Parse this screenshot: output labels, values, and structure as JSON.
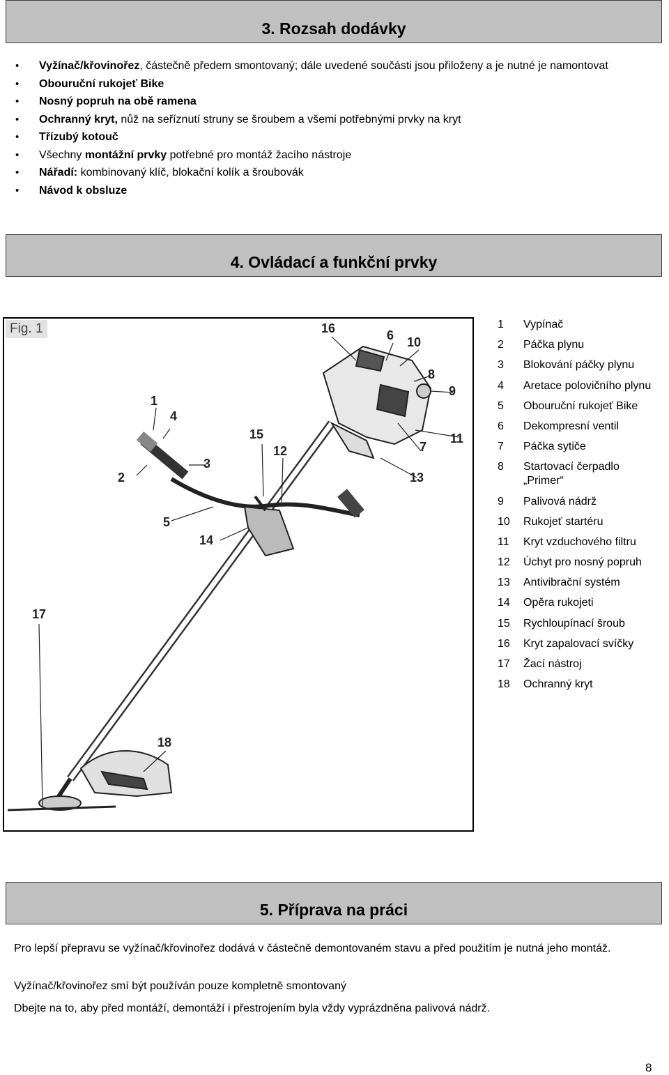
{
  "section3": {
    "title": "3. Rozsah dodávky",
    "items": [
      {
        "bold": "Vyžínač/křovinořez",
        "rest": ", částečně předem smontovaný; dále uvedené součásti jsou přiloženy a je nutné je namontovat"
      },
      {
        "bold": "Obouruční rukojeť Bike",
        "rest": ""
      },
      {
        "bold": "Nosný popruh na obě ramena",
        "rest": ""
      },
      {
        "bold": "Ochranný kryt,",
        "rest": " nůž na seříznutí struny se šroubem a všemi potřebnými prvky na kryt"
      },
      {
        "bold": "Třízubý kotouč",
        "rest": ""
      },
      {
        "pre": "Všechny ",
        "bold": "montážní prvky",
        "rest": " potřebné pro montáž žacího nástroje"
      },
      {
        "bold": "Nářadí:",
        "rest": " kombinovaný klíč, blokační kolík a šroubovák"
      },
      {
        "bold": "Návod k obsluze",
        "rest": ""
      }
    ]
  },
  "section4": {
    "title": "4. Ovládací a funkční prvky",
    "figure_label": "Fig. 1",
    "callouts": [
      "1",
      "2",
      "3",
      "4",
      "5",
      "6",
      "7",
      "8",
      "9",
      "10",
      "11",
      "12",
      "13",
      "14",
      "15",
      "16",
      "17",
      "18"
    ],
    "parts": [
      {
        "num": "1",
        "label": "Vypínač"
      },
      {
        "num": "2",
        "label": "Páčka plynu"
      },
      {
        "num": "3",
        "label": "Blokování páčky plynu"
      },
      {
        "num": "4",
        "label": "Aretace polovičního plynu"
      },
      {
        "num": "5",
        "label": "Obouruční rukojeť Bike"
      },
      {
        "num": "6",
        "label": "Dekompresní ventil"
      },
      {
        "num": "7",
        "label": "Páčka sytiče"
      },
      {
        "num": "8",
        "label": "Startovací čerpadlo",
        "sub": "„Primer“"
      },
      {
        "num": "9",
        "label": "Palivová nádrž"
      },
      {
        "num": "10",
        "label": "Rukojeť startéru"
      },
      {
        "num": "11",
        "label": "Kryt vzduchového filtru"
      },
      {
        "num": "12",
        "label": "Úchyt pro nosný popruh"
      },
      {
        "num": "13",
        "label": "Antivibrační systém"
      },
      {
        "num": "14",
        "label": "Opěra rukojeti"
      },
      {
        "num": "15",
        "label": "Rychloupínací šroub"
      },
      {
        "num": "16",
        "label": "Kryt zapalovací svíčky"
      },
      {
        "num": "17",
        "label": "Žací nástroj"
      },
      {
        "num": "18",
        "label": "Ochranný kryt"
      }
    ]
  },
  "section5": {
    "title": "5. Příprava na práci",
    "paragraphs": [
      "Pro lepší přepravu se vyžínač/křovinořez dodává v částečně demontovaném stavu a před použitím je nutná jeho montáž.",
      "Vyžínač/křovinořez smí být používán pouze kompletně smontovaný",
      "Dbejte na to, aby před montáží, demontáží i přestrojením byla vždy vyprázdněna palivová nádrž."
    ]
  },
  "page_number": "8"
}
